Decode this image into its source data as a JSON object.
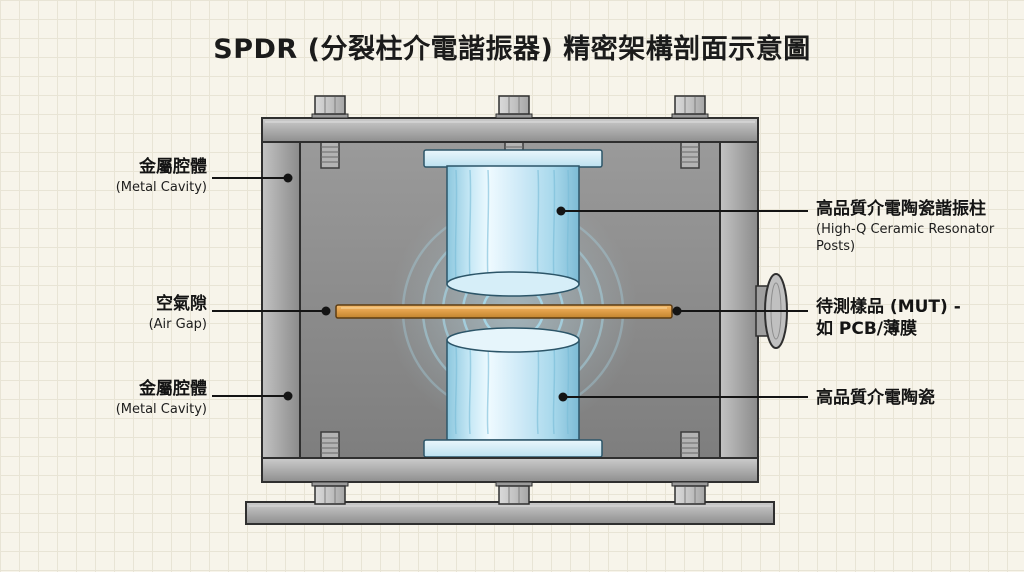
{
  "title": "SPDR (分裂柱介電諧振器) 精密架構剖面示意圖",
  "labels": {
    "metal_cavity_top": {
      "zh": "金屬腔體",
      "en": "(Metal Cavity)"
    },
    "air_gap": {
      "zh": "空氣隙",
      "en": "(Air Gap)"
    },
    "metal_cavity_bottom": {
      "zh": "金屬腔體",
      "en": "(Metal Cavity)"
    },
    "resonator_posts": {
      "zh": "高品質介電陶瓷諧振柱",
      "en_line1": "(High-Q Ceramic Resonator",
      "en_line2": "Posts)"
    },
    "sample_mut": {
      "line1": "待測樣品 (MUT) -",
      "line2": "如 PCB/薄膜"
    },
    "ceramic_lower": {
      "zh": "高品質介電陶瓷"
    }
  },
  "colors": {
    "ceramic_blue": "#bfe4f3",
    "sample_orange": "#e2a04b",
    "metal_gray": "#a8a8a8",
    "field_blue": "#a6d7e8",
    "background": "#f7f4ea"
  }
}
